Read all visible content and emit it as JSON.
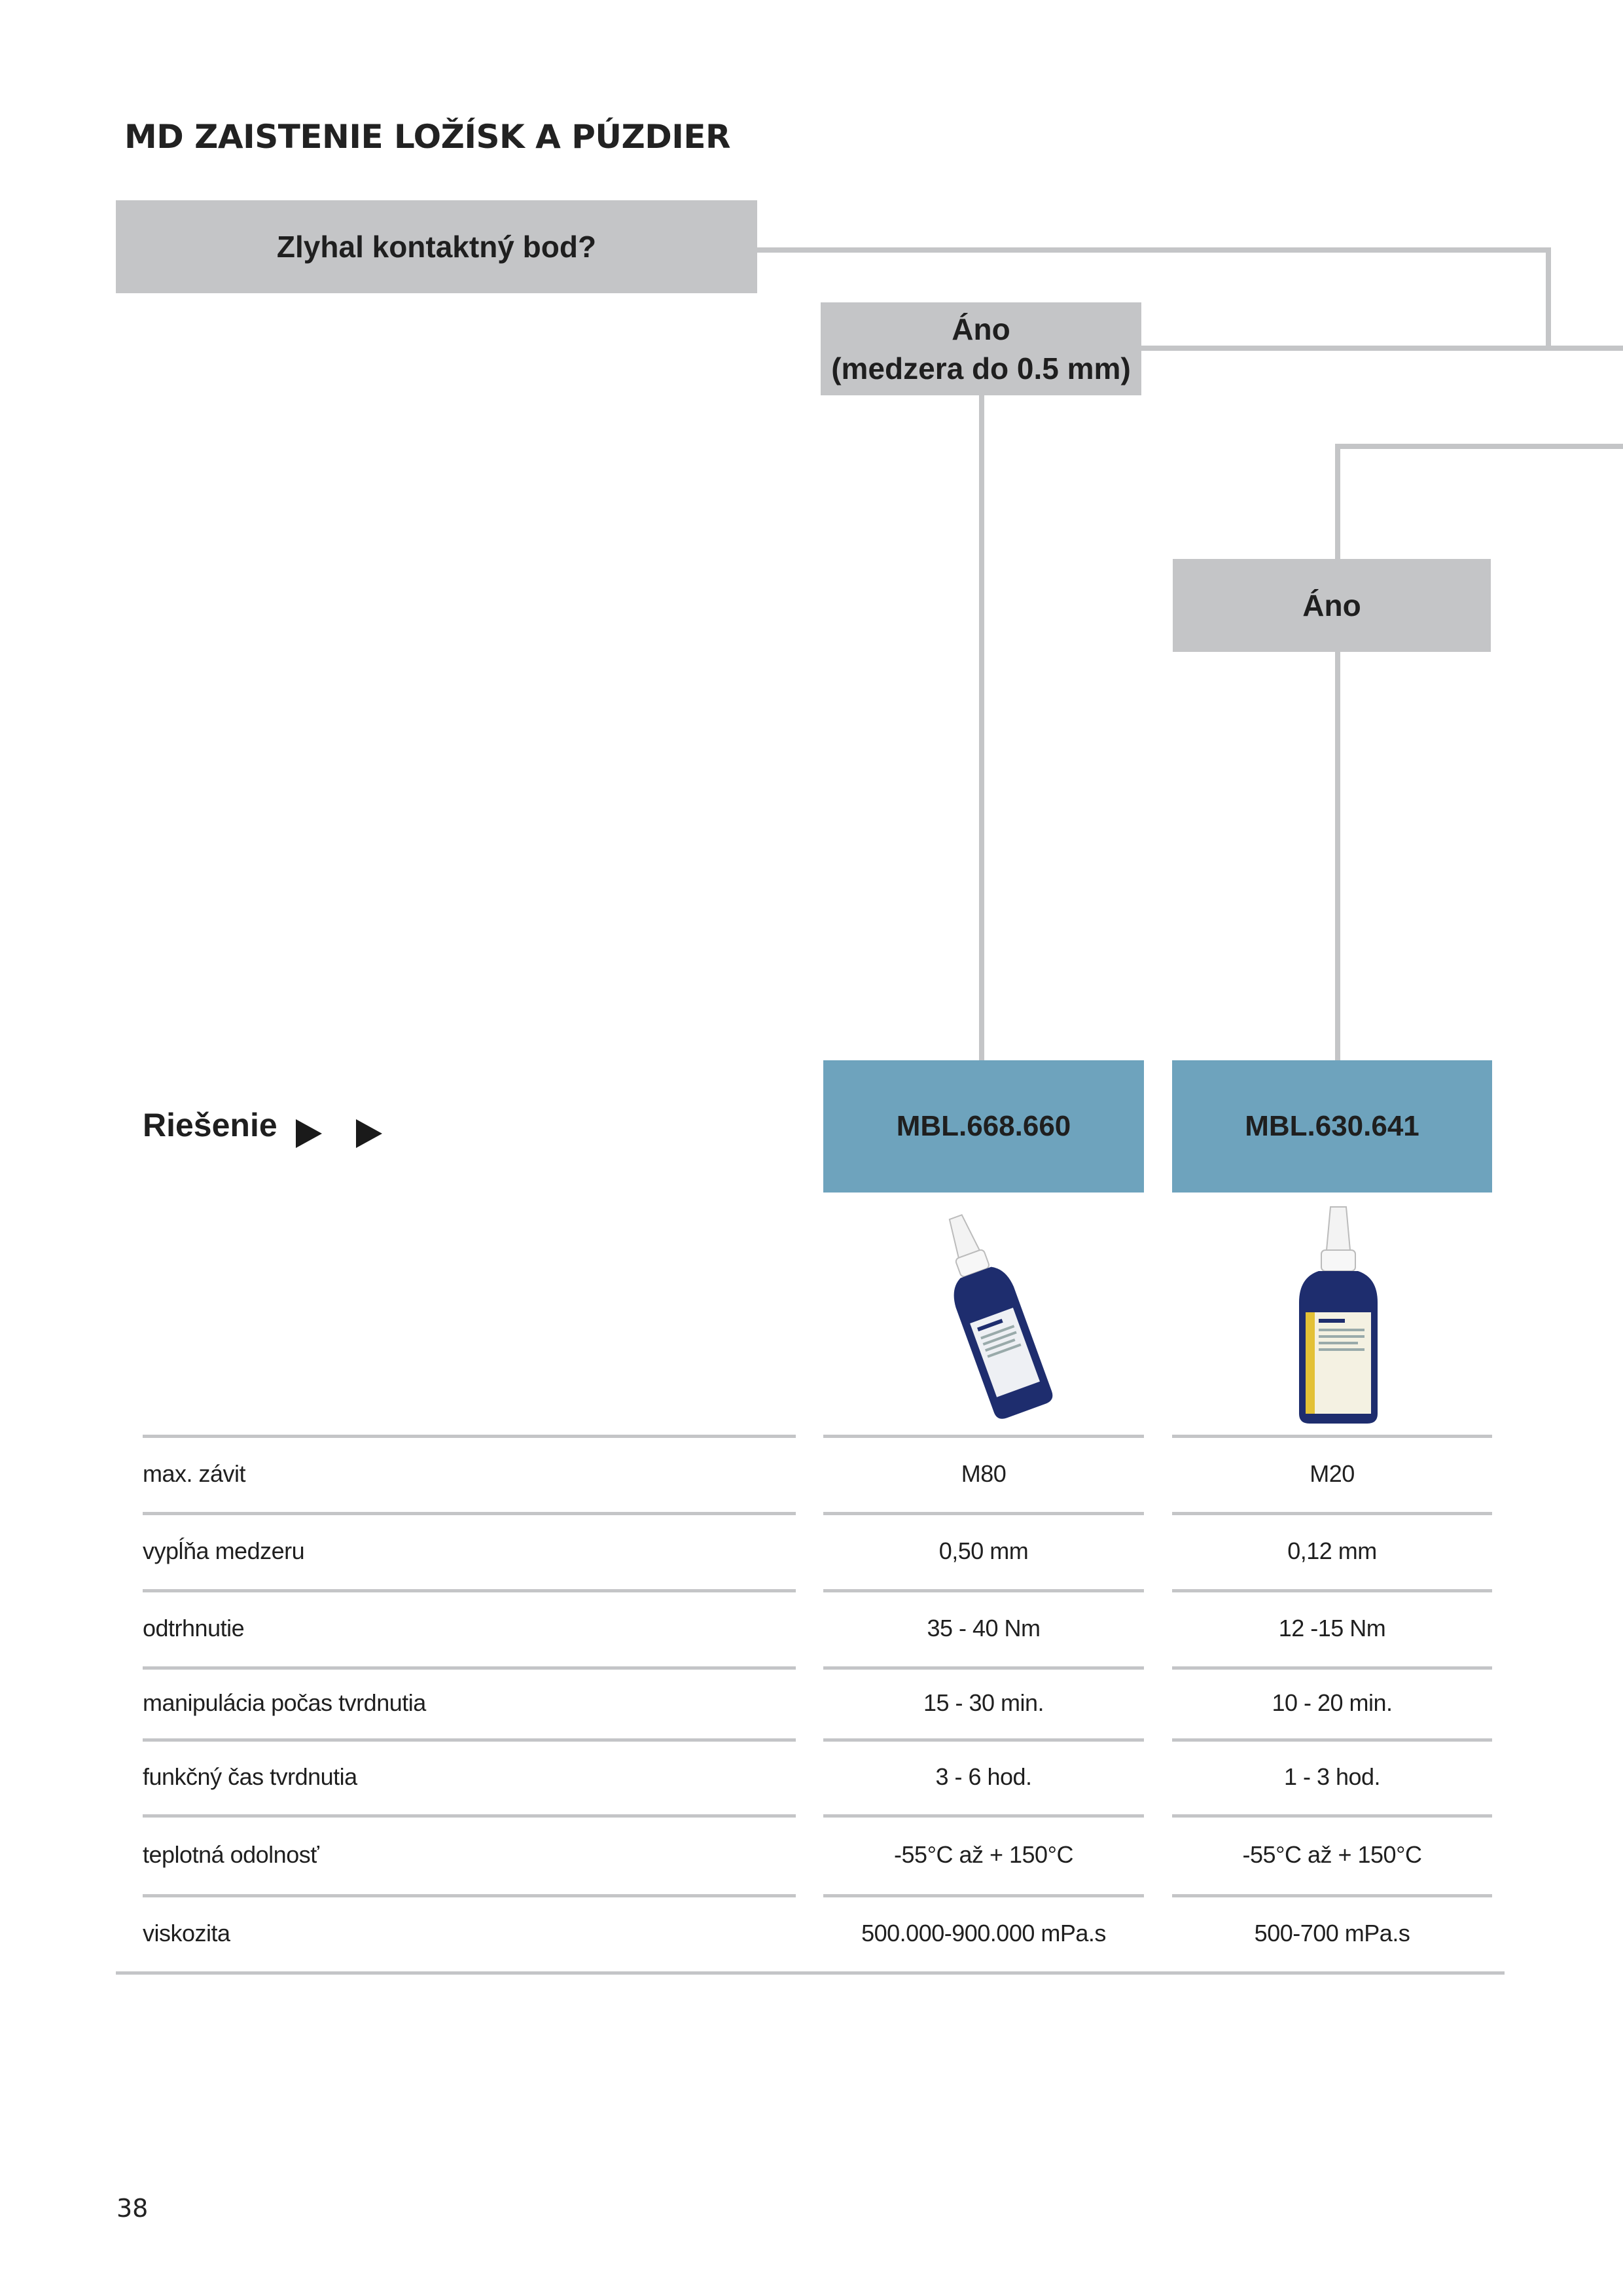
{
  "page": {
    "title": "MD ZAISTENIE LOŽÍSK A PÚZDIER",
    "page_number": "38"
  },
  "flow": {
    "question": "Zlyhal kontaktný bod?",
    "branch1_line1": "Áno",
    "branch1_line2": "(medzera do 0.5 mm)",
    "branch2": "Áno"
  },
  "solution": {
    "label": "Riešenie",
    "products": [
      "MBL.668.660",
      "MBL.630.641"
    ]
  },
  "table": {
    "rows": [
      {
        "label": "max. závit",
        "values": [
          "M80",
          "M20"
        ]
      },
      {
        "label": "vypĺňa medzeru",
        "values": [
          "0,50 mm",
          "0,12 mm"
        ]
      },
      {
        "label": "odtrhnutie",
        "values": [
          "35 - 40 Nm",
          "12 -15 Nm"
        ]
      },
      {
        "label": "manipulácia počas tvrdnutia",
        "values": [
          "15 - 30 min.",
          "10 - 20 min."
        ]
      },
      {
        "label": "funkčný čas tvrdnutia",
        "values": [
          "3 - 6 hod.",
          "1 - 3 hod."
        ]
      },
      {
        "label": "teplotná odolnosť",
        "values": [
          "-55°C až + 150°C",
          "-55°C až + 150°C"
        ]
      },
      {
        "label": "viskozita",
        "values": [
          "500.000-900.000 mPa.s",
          "500-700 mPa.s"
        ]
      }
    ]
  },
  "colors": {
    "gray_box": "#c4c5c7",
    "blue_box": "#6ea3bd"
  }
}
